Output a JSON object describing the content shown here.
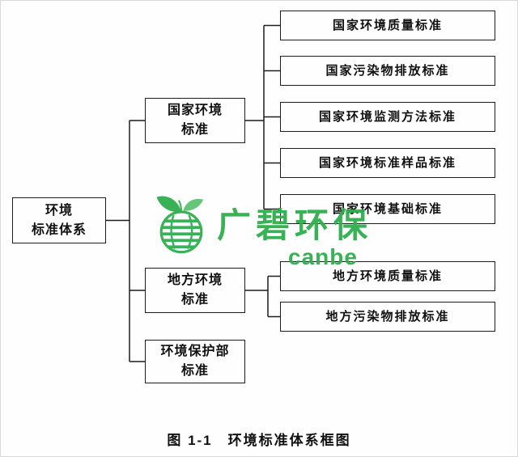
{
  "figure": {
    "caption": "图 1-1　环境标准体系框图"
  },
  "tree": {
    "root": {
      "label": "环境\n标准体系"
    },
    "branches": [
      {
        "label": "国家环境\n标准",
        "children": [
          {
            "label": "国家环境质量标准"
          },
          {
            "label": "国家污染物排放标准"
          },
          {
            "label": "国家环境监测方法标准"
          },
          {
            "label": "国家环境标准样品标准"
          },
          {
            "label": "国家环境基础标准"
          }
        ]
      },
      {
        "label": "地方环境\n标准",
        "children": [
          {
            "label": "地方环境质量标准"
          },
          {
            "label": "地方污染物排放标准"
          }
        ]
      },
      {
        "label": "环境保护部\n标准",
        "children": []
      }
    ]
  },
  "watermark": {
    "brand": "广碧环保",
    "subtitle": "canbe",
    "brand_color": "#2fae4e",
    "logo": "leaf-globe-icon"
  }
}
